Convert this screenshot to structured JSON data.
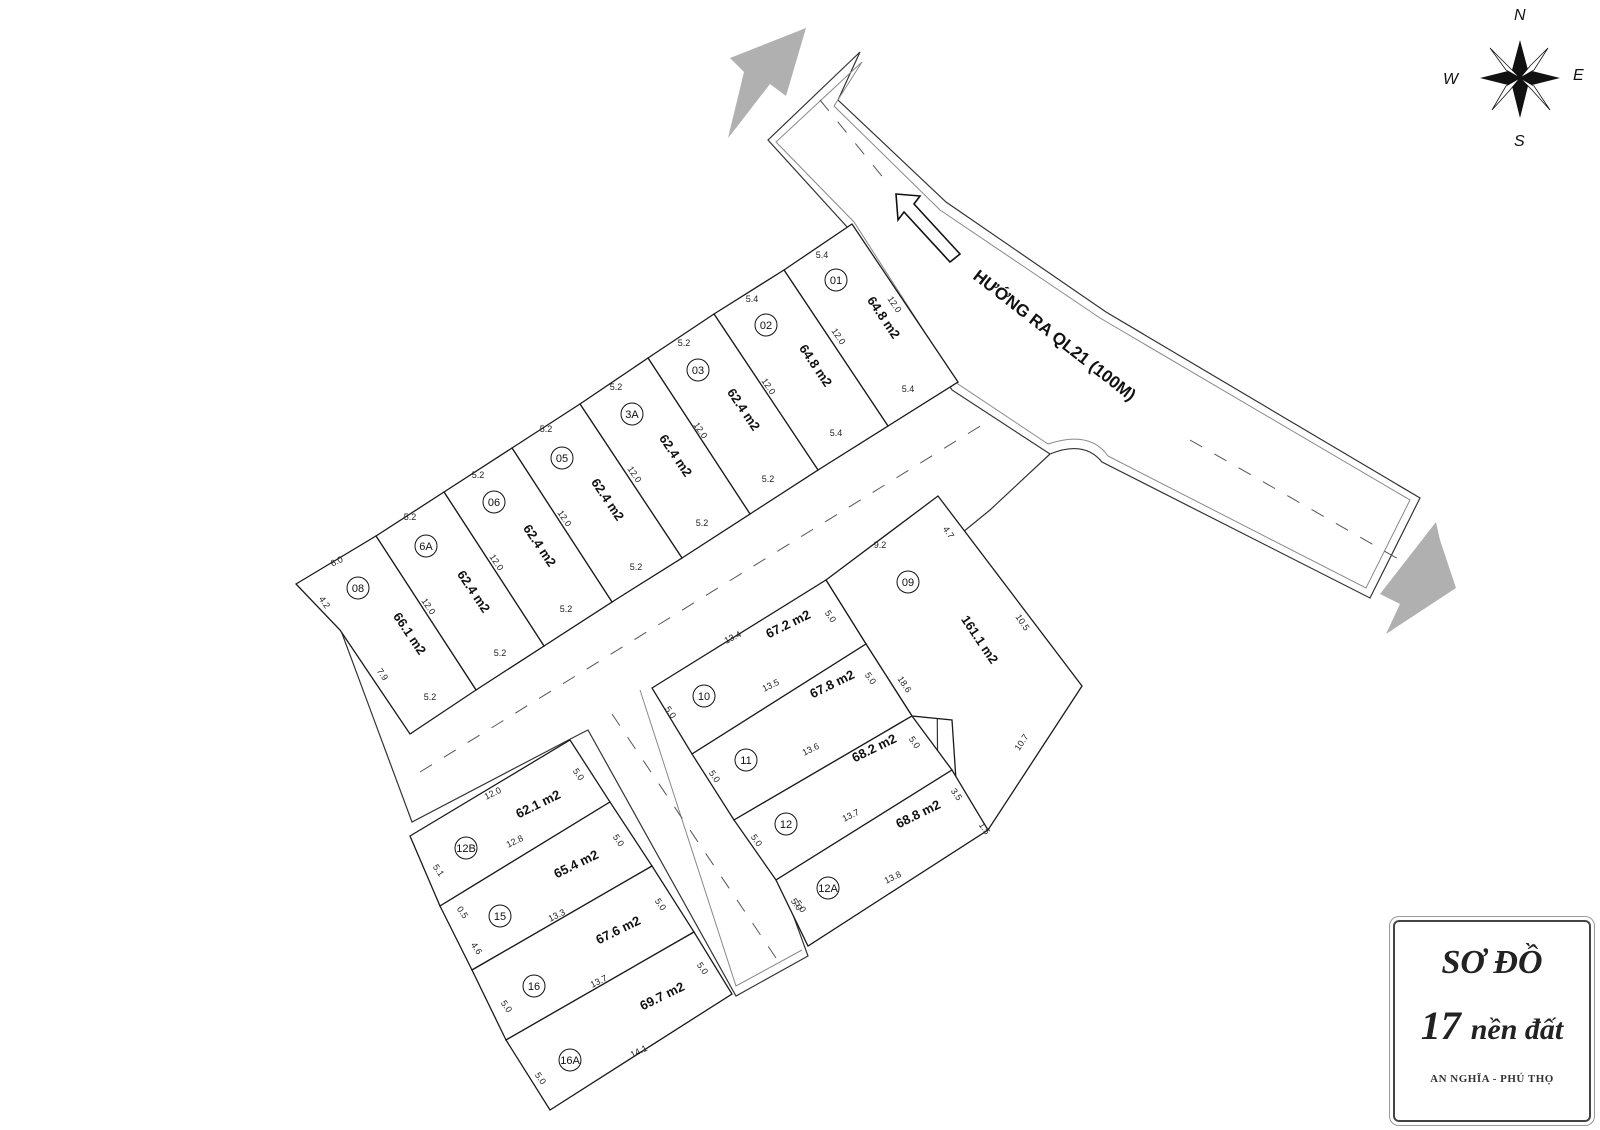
{
  "road_label": "HƯỚNG RA QL21 (100M)",
  "compass": {
    "n": "N",
    "s": "S",
    "e": "E",
    "w": "W"
  },
  "title": {
    "line1": "SƠ ĐỒ",
    "number": "17",
    "line2_rest": "nền đất",
    "location": "AN NGHĨA - PHÚ THỌ"
  },
  "lots": [
    {
      "id": "01",
      "area": "64.8 m2"
    },
    {
      "id": "02",
      "area": "64.8 m2"
    },
    {
      "id": "03",
      "area": "62.4 m2"
    },
    {
      "id": "3A",
      "area": "62.4 m2"
    },
    {
      "id": "05",
      "area": "62.4 m2"
    },
    {
      "id": "06",
      "area": "62.4 m2"
    },
    {
      "id": "6A",
      "area": "62.4 m2"
    },
    {
      "id": "08",
      "area": "66.1 m2"
    },
    {
      "id": "09",
      "area": "161.1 m2"
    },
    {
      "id": "10",
      "area": "67.2 m2"
    },
    {
      "id": "11",
      "area": "67.8 m2"
    },
    {
      "id": "12",
      "area": "68.2 m2"
    },
    {
      "id": "12A",
      "area": "68.8 m2"
    },
    {
      "id": "12B",
      "area": "62.1 m2"
    },
    {
      "id": "15",
      "area": "65.4 m2"
    },
    {
      "id": "16",
      "area": "67.6 m2"
    },
    {
      "id": "16A",
      "area": "69.7 m2"
    }
  ],
  "dims": [
    "5.4",
    "12.0",
    "12.0",
    "5.4",
    "5.4",
    "12.0",
    "5.4",
    "5.2",
    "12.0",
    "5.2",
    "5.2",
    "12.0",
    "5.2",
    "5.2",
    "12.0",
    "5.2",
    "5.2",
    "12.0",
    "5.2",
    "5.2",
    "12.0",
    "5.2",
    "6.0",
    "4.2",
    "7.9",
    "5.2",
    "9.2",
    "4.7",
    "10.5",
    "10.7",
    "18.6",
    "3.5",
    "1.5",
    "13.4",
    "5.0",
    "5.0",
    "13.5",
    "5.0",
    "5.0",
    "13.6",
    "5.0",
    "5.0",
    "13.7",
    "5.0",
    "13.8",
    "5.0",
    "12.0",
    "5.0",
    "5.1",
    "12.8",
    "5.0",
    "0.5",
    "4.6",
    "13.3",
    "5.0",
    "5.0",
    "13.7",
    "5.0",
    "5.0",
    "14.1"
  ]
}
